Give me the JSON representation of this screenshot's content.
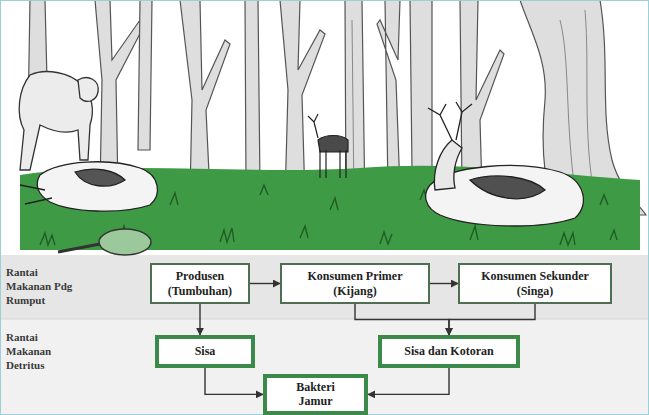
{
  "diagram": {
    "nodes": [
      {
        "text": [
          "Produsen (Tumbuhan)"
        ]
      },
      {
        "text": [
          "Konsumen Primer (Kijang)"
        ]
      },
      {
        "text": [
          "Konsumen Sekunder (Singa)"
        ]
      },
      {
        "text": [
          "Sisa"
        ]
      },
      {
        "text": [
          "Sisa dan Kotoran"
        ]
      },
      {
        "text": [
          "Bakteri Jamur"
        ]
      }
    ],
    "edges": [
      {
        "from": 0,
        "to": 1,
        "arrow": "to"
      },
      {
        "from": 1,
        "to": 2,
        "arrow": "to"
      },
      {
        "from": 0,
        "to": 3,
        "arrow": "to"
      },
      {
        "from": 1,
        "to": 4,
        "arrow": "to"
      },
      {
        "from": 2,
        "to": 4,
        "arrow": "to"
      },
      {
        "from": 3,
        "to": 5,
        "arrow": "to"
      },
      {
        "from": 4,
        "to": 5,
        "arrow": "to"
      }
    ],
    "labels": [
      "Rantai Makanan Pdg Rumput",
      "Rantai Makanan Detritus"
    ]
  }
}
